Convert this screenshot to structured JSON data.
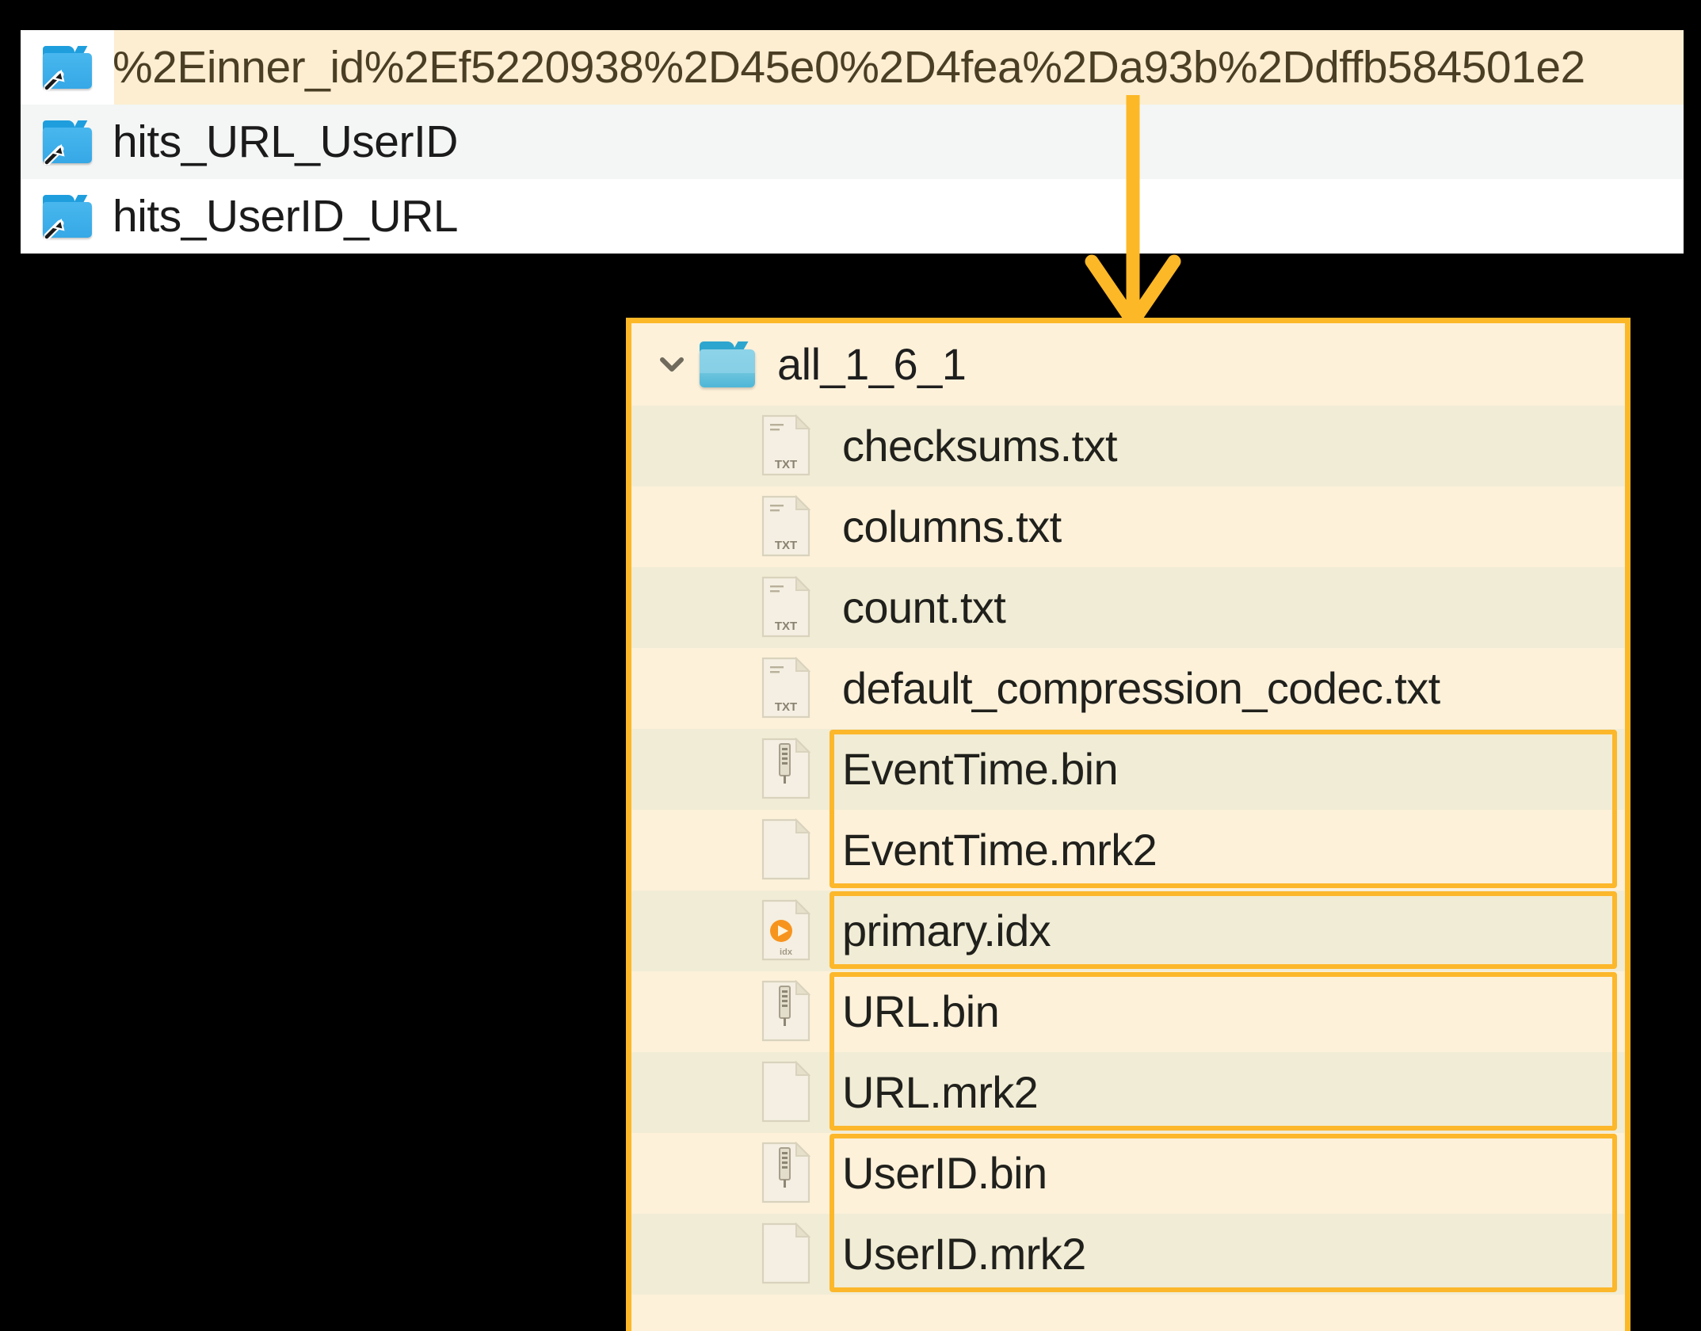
{
  "symlink_list": {
    "rows": [
      {
        "label": "%2Einner_id%2Ef5220938%2D45e0%2D4fea%2Da93b%2Ddffb584501e2",
        "icon": "folder-symlink-icon",
        "highlighted": true,
        "zebra": "white"
      },
      {
        "label": "hits_URL_UserID",
        "icon": "folder-symlink-icon",
        "highlighted": false,
        "zebra": "gray"
      },
      {
        "label": "hits_UserID_URL",
        "icon": "folder-symlink-icon",
        "highlighted": false,
        "zebra": "white"
      }
    ]
  },
  "connector": {
    "icon": "down-arrow-connector",
    "color": "#fcb827"
  },
  "detail_panel": {
    "border_color": "#fcb827",
    "background": "#fdf1da",
    "root": {
      "label": "all_1_6_1",
      "chevron": "chevron-down-icon",
      "folder_icon": "folder-open-icon",
      "expanded": true
    },
    "files": [
      {
        "name": "checksums.txt",
        "icon": "txt-file-icon",
        "tint": "b",
        "highlighted": false
      },
      {
        "name": "columns.txt",
        "icon": "txt-file-icon",
        "tint": "a",
        "highlighted": false
      },
      {
        "name": "count.txt",
        "icon": "txt-file-icon",
        "tint": "b",
        "highlighted": false
      },
      {
        "name": "default_compression_codec.txt",
        "icon": "txt-file-icon",
        "tint": "a",
        "highlighted": false
      },
      {
        "name": "EventTime.bin",
        "icon": "bin-file-icon",
        "tint": "b",
        "highlighted": true
      },
      {
        "name": "EventTime.mrk2",
        "icon": "blank-file-icon",
        "tint": "a",
        "highlighted": true
      },
      {
        "name": "primary.idx",
        "icon": "idx-file-icon",
        "tint": "b",
        "highlighted": true
      },
      {
        "name": "URL.bin",
        "icon": "bin-file-icon",
        "tint": "a",
        "highlighted": true
      },
      {
        "name": "URL.mrk2",
        "icon": "blank-file-icon",
        "tint": "b",
        "highlighted": true
      },
      {
        "name": "UserID.bin",
        "icon": "bin-file-icon",
        "tint": "a",
        "highlighted": true
      },
      {
        "name": "UserID.mrk2",
        "icon": "blank-file-icon",
        "tint": "b",
        "highlighted": true
      }
    ],
    "highlight_groups": [
      {
        "name": "eventtime-group",
        "start_index": 4,
        "count": 2
      },
      {
        "name": "primary-idx-group",
        "start_index": 6,
        "count": 1
      },
      {
        "name": "url-group",
        "start_index": 7,
        "count": 2
      },
      {
        "name": "userid-group",
        "start_index": 9,
        "count": 2
      }
    ]
  }
}
